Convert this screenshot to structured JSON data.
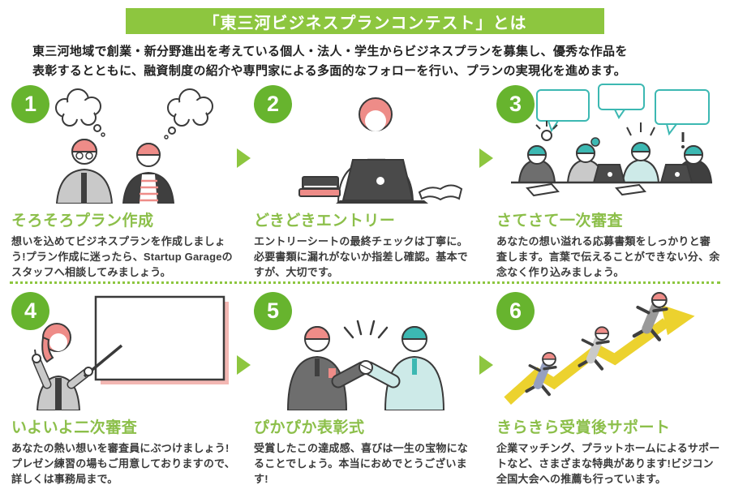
{
  "page": {
    "title": "「東三河ビジネスプランコンテスト」とは",
    "intro_line1": "東三河地域で創業・新分野進出を考えている個人・法人・学生からビジネスプランを募集し、優秀な作品を",
    "intro_line2": "表彰するとともに、融資制度の紹介や専門家による多面的なフォローを行い、プランの実現化を進めます。"
  },
  "colors": {
    "header_green": "#8dc63f",
    "circle_green": "#67b42e",
    "title_green": "#8cbf4a",
    "body_text": "#3a3a3a",
    "accent_pink": "#ee8c88",
    "accent_teal": "#3cb8b2",
    "accent_yellow": "#ecd22e"
  },
  "icons": {
    "flow_arrow": "right-triangle-arrow",
    "separator": "green-dotted-line"
  },
  "steps": [
    {
      "number": "1",
      "title": "そろそろプラン作成",
      "body": "想いを込めてビジネスプランを作成しましょう!プラン作成に迷ったら、Startup Garageのスタッフへ相談してみましょう。",
      "illustration": "two-people-thinking-with-thought-bubbles"
    },
    {
      "number": "2",
      "title": "どきどきエントリー",
      "body": "エントリーシートの最終チェックは丁寧に。必要書類に漏れがないか指差し確認。基本ですが、大切です。",
      "illustration": "woman-working-on-laptop-with-books"
    },
    {
      "number": "3",
      "title": "さてさて一次審査",
      "body": "あなたの想い溢れる応募書類をしっかりと審査します。言葉で伝えることができない分、余念なく作り込みましょう。",
      "illustration": "review-meeting-with-speech-bubbles"
    },
    {
      "number": "4",
      "title": "いよいよ二次審査",
      "body": "あなたの熱い想いを審査員にぶつけましょう!プレゼン練習の場もご用意しておりますので、詳しくは事務局まで。",
      "illustration": "woman-presenting-at-whiteboard"
    },
    {
      "number": "5",
      "title": "ぴかぴか表彰式",
      "body": "受賞したこの達成感、喜びは一生の宝物になることでしょう。本当におめでとうございます!",
      "illustration": "two-people-handshake"
    },
    {
      "number": "6",
      "title": "きらきら受賞後サポート",
      "body": "企業マッチング、プラットホームによるサポートなど、さまざまな特典があります!ビジコン全国大会への推薦も行っています。",
      "illustration": "people-running-up-growth-arrow"
    }
  ]
}
